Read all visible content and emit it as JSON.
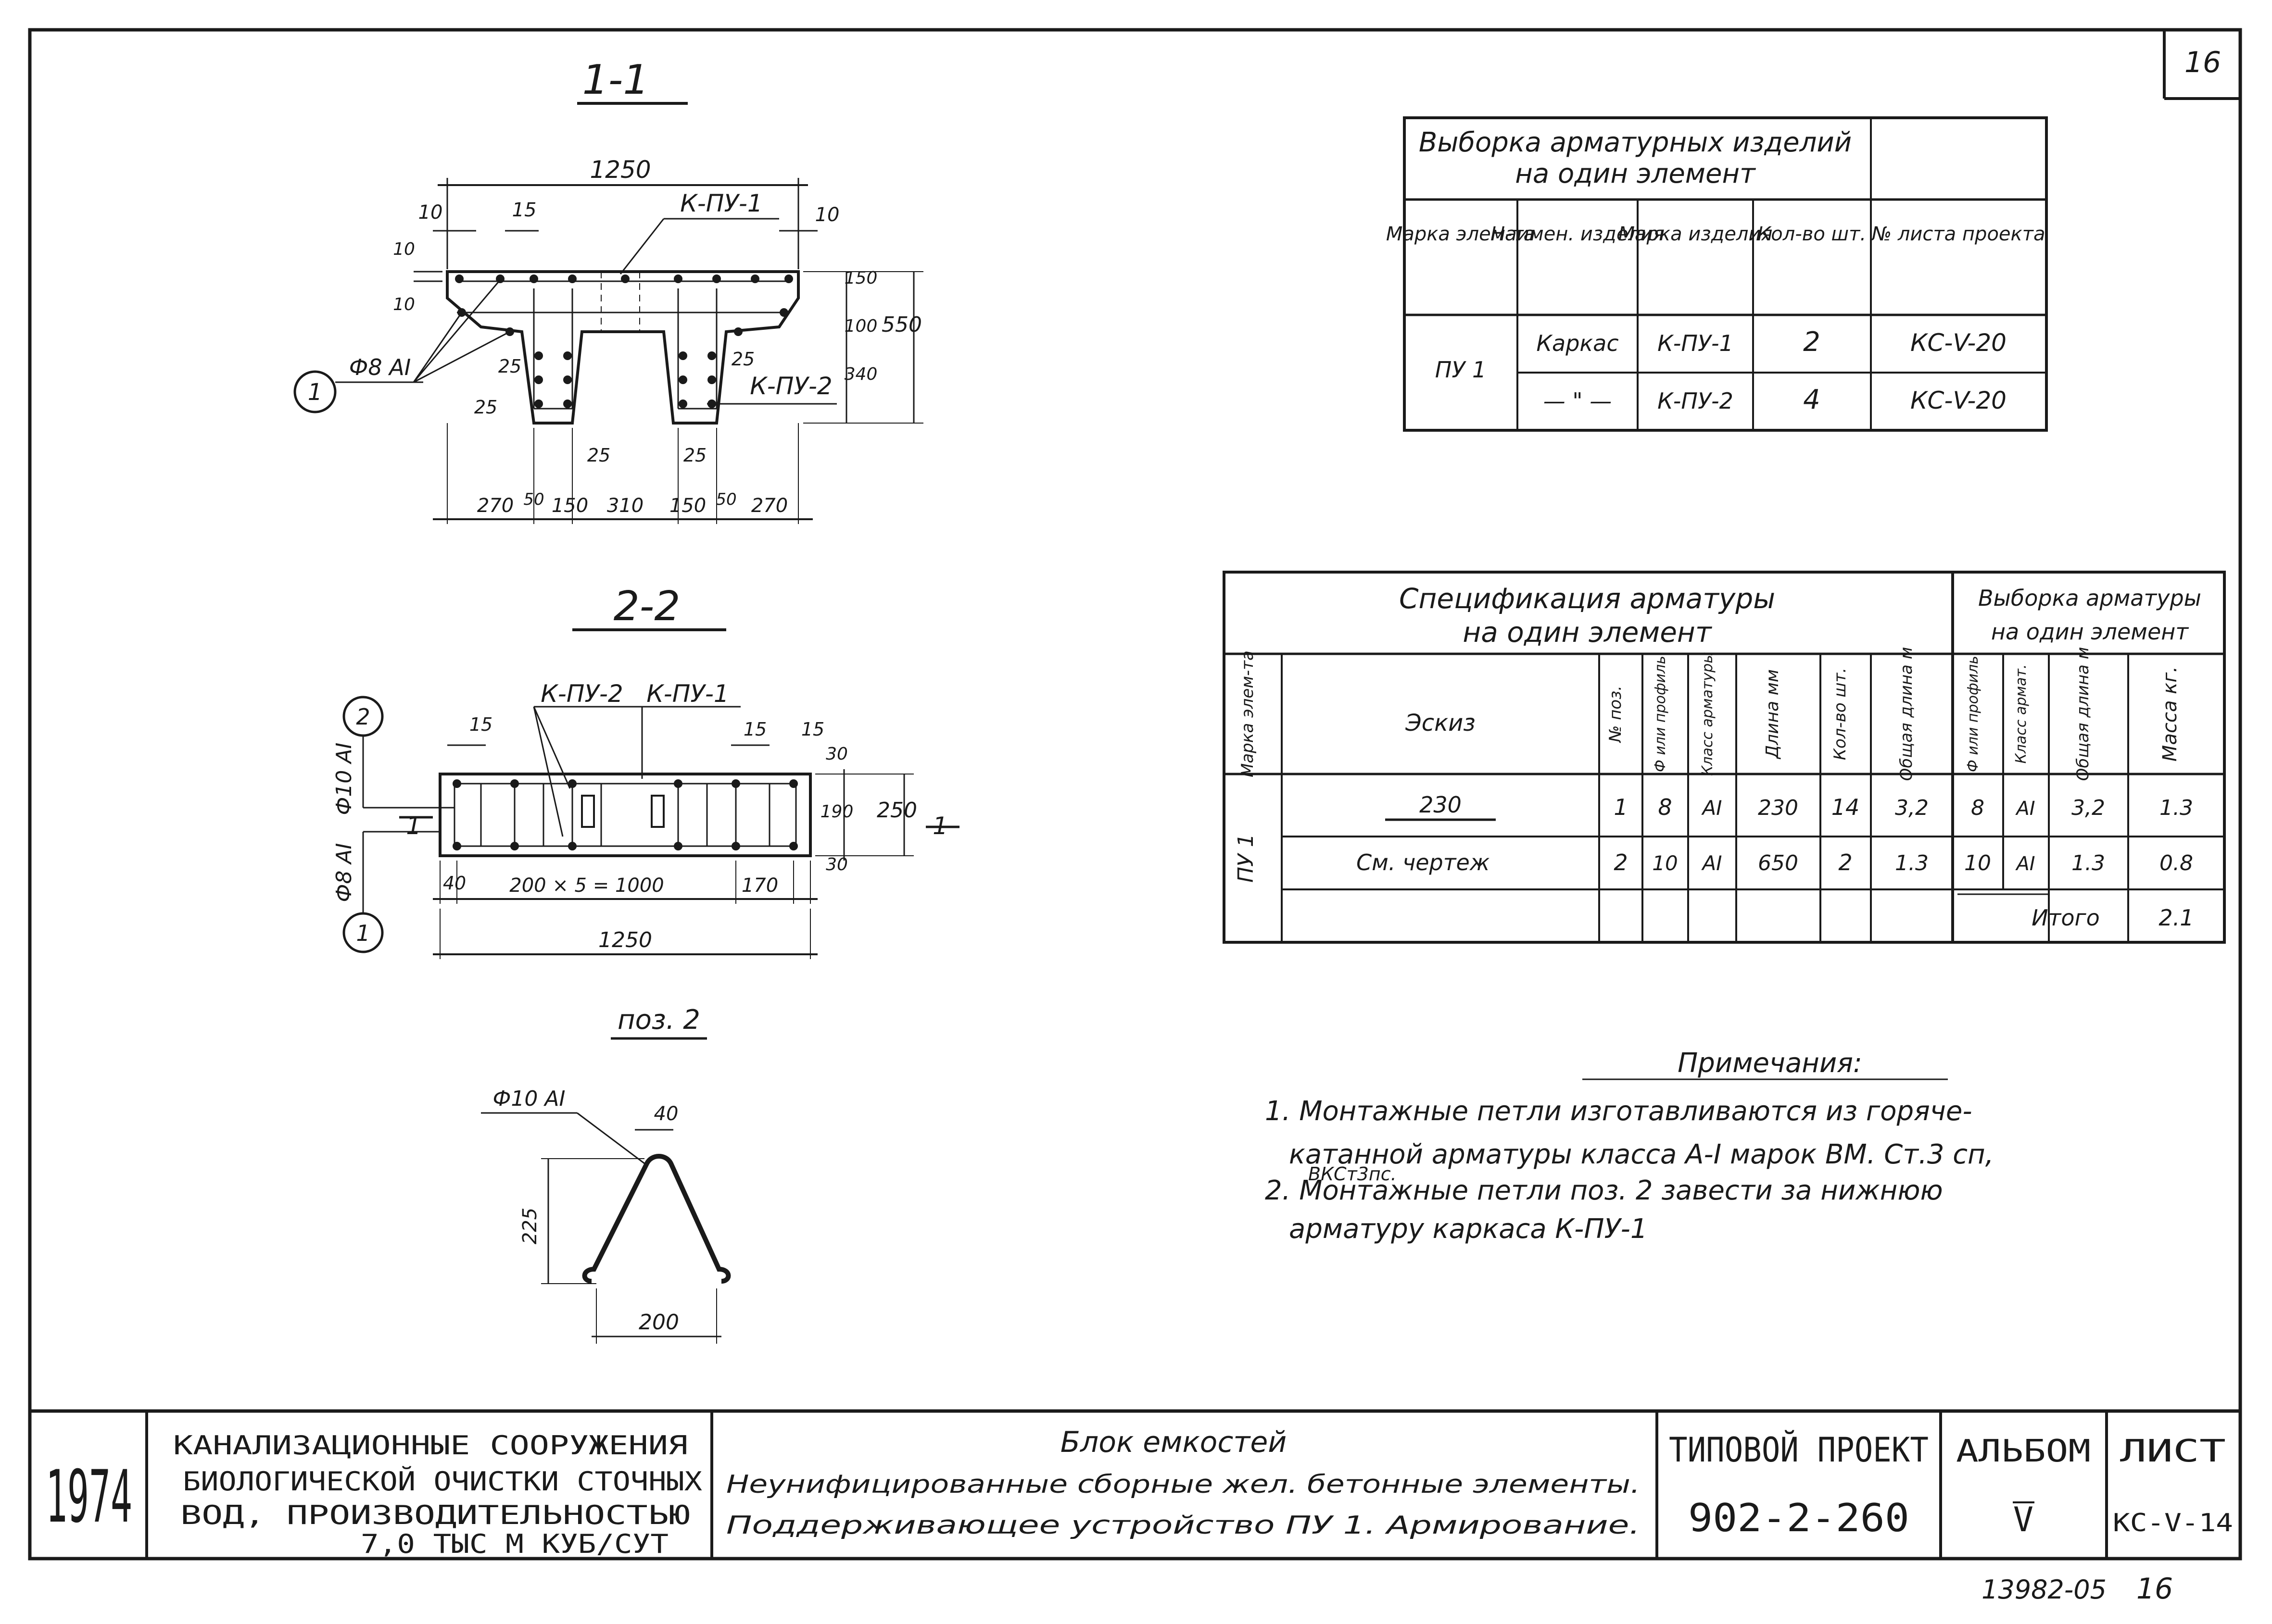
{
  "page_number": "16",
  "bottom_stamp": "13982-05",
  "bottom_page": "16",
  "section_1_1": {
    "title": "1-1",
    "dims": {
      "total": "1250",
      "d10a": "10",
      "d15": "15",
      "d10b": "10",
      "v10a": "10",
      "v10b": "10",
      "v150": "150",
      "v100": "100",
      "v340": "340",
      "v550": "550",
      "d25a": "25",
      "d25b": "25",
      "d25c": "25",
      "d25d": "25",
      "d25e": "25",
      "b270a": "270",
      "b50a": "50",
      "b150a": "150",
      "b310": "310",
      "b150b": "150",
      "b50b": "50",
      "b270b": "270"
    },
    "labels": {
      "kpu1": "К-ПУ-1",
      "kpu2": "К-ПУ-2",
      "bar": "Ф8 АI",
      "circle": "1"
    }
  },
  "section_2_2": {
    "title": "2-2",
    "labels": {
      "kpu2": "К-ПУ-2",
      "kpu1": "К-ПУ-1",
      "bar_top": "Ф10 АI",
      "bar_bot": "Ф8 АI",
      "c2": "2",
      "c1": "1",
      "cut_left": "1",
      "cut_right": "1"
    },
    "dims": {
      "d15a": "15",
      "d15b": "15",
      "d15c": "15",
      "v30a": "30",
      "v190": "190",
      "v30b": "30",
      "v250": "250",
      "d40": "40",
      "series": "200 × 5 = 1000",
      "d170": "170",
      "total": "1250"
    }
  },
  "pos_2": {
    "title": "поз. 2",
    "bar": "Ф10 АI",
    "d40": "40",
    "d225": "225",
    "d200": "200"
  },
  "table_izdeliy": {
    "title_line1": "Выборка арматурных изделий",
    "title_line2": "на один элемент",
    "headers": [
      "Марка элем-та",
      "Наимен. изделия",
      "Марка изделия",
      "Кол-во шт.",
      "№ листа проекта"
    ],
    "rows": [
      {
        "element": "ПУ 1",
        "name": "Каркас",
        "mark": "К-ПУ-1",
        "qty": "2",
        "sheet": "КС-V-20"
      },
      {
        "element": "",
        "name": "— \" —",
        "mark": "К-ПУ-2",
        "qty": "4",
        "sheet": "КС-V-20"
      }
    ]
  },
  "table_spec": {
    "title_line1": "Спецификация арматуры",
    "title_line2": "на один элемент",
    "title2_line1": "Выборка арматуры",
    "title2_line2": "на один элемент",
    "headers": [
      "Марка элем-та",
      "Эскиз",
      "№ поз.",
      "Ф или профиль",
      "Класс арматуры",
      "Длина мм",
      "Кол-во шт.",
      "Общая длина м",
      "Ф или профиль",
      "Класс армат.",
      "Общая длина м",
      "Масса кг."
    ],
    "element": "ПУ 1",
    "rows": [
      {
        "sketch": "230",
        "pos": "1",
        "dia": "8",
        "cls": "АI",
        "len": "230",
        "qty": "14",
        "total": "3,2",
        "s_dia": "8",
        "s_cls": "АI",
        "s_len": "3,2",
        "mass": "1.3"
      },
      {
        "sketch": "См. чертеж",
        "pos": "2",
        "dia": "10",
        "cls": "АI",
        "len": "650",
        "qty": "2",
        "total": "1.3",
        "s_dia": "10",
        "s_cls": "АI",
        "s_len": "1.3",
        "mass": "0.8"
      }
    ],
    "total_label": "Итого",
    "total_value": "2.1"
  },
  "notes": {
    "title": "Примечания:",
    "line1": "1. Монтажные петли изготавливаются из горяче-",
    "line2": "катанной арматуры класса А-I марок ВМ. Ст.3 сп,",
    "line2b": "ВКСт3пс.",
    "line3": "2. Монтажные петли поз. 2 завести за нижнюю",
    "line4": "арматуру каркаса К-ПУ-1"
  },
  "title_block": {
    "year": "1974",
    "org_line1": "КАНАЛИЗАЦИОННЫЕ СООРУЖЕНИЯ",
    "org_line2": "БИОЛОГИЧЕСКОЙ ОЧИСТКИ СТОЧНЫХ",
    "org_line3": "ВОД, ПРОИЗВОДИТЕЛЬНОСТЬЮ",
    "org_line4": "7,0 ТЫС М КУБ/СУТ",
    "desc_line1": "Блок емкостей",
    "desc_line2": "Неунифицированные сборные жел. бетонные элементы.",
    "desc_line3": "Поддерживающее устройство ПУ 1. Армирование.",
    "project_label": "ТИПОВОЙ ПРОЕКТ",
    "project_number": "902-2-260",
    "album_label": "АЛЬБОМ",
    "album_number": "V",
    "sheet_label": "ЛИСТ",
    "sheet_number": "КС-V-14"
  }
}
